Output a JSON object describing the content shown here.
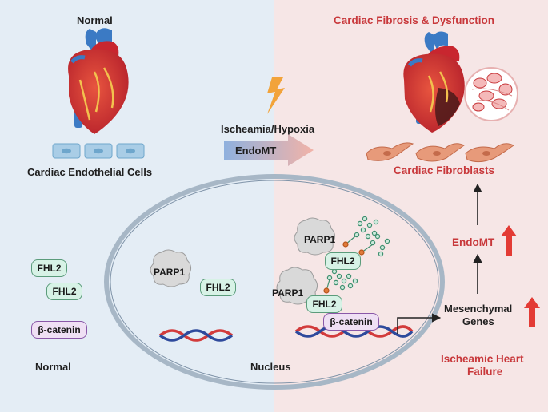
{
  "left": {
    "title": "Normal",
    "cells_label": "Cardiac Endothelial Cells",
    "bottom_label": "Normal",
    "proteins": [
      "FHL2",
      "FHL2",
      "β-catenin"
    ]
  },
  "right": {
    "title": "Cardiac Fibrosis & Dysfunction",
    "fibroblasts_label": "Cardiac Fibroblasts",
    "endomt_label": "EndoMT",
    "genes_label_line1": "Mesenchymal",
    "genes_label_line2": "Genes",
    "outcome_line1": "Ischeamic Heart",
    "outcome_line2": "Failure"
  },
  "center": {
    "stimulus": "Ischeamia/Hypoxia",
    "arrow_label": "EndoMT",
    "nucleus_label": "Nucleus",
    "parp1_label": "PARP1",
    "fhl2_label": "FHL2",
    "complex1_parp1": "PARP1",
    "complex1_fhl2": "FHL2",
    "complex2_parp1": "PARP1",
    "complex2_fhl2": "FHL2",
    "complex2_catenin": "β-catenin"
  },
  "colors": {
    "left_bg": "#e4edf5",
    "right_bg": "#f6e6e6",
    "accent_red": "#c8383b",
    "arrow_red": "#e33b35",
    "fhl2_fill": "#d7f2e6",
    "catenin_fill": "#efe0f4"
  }
}
